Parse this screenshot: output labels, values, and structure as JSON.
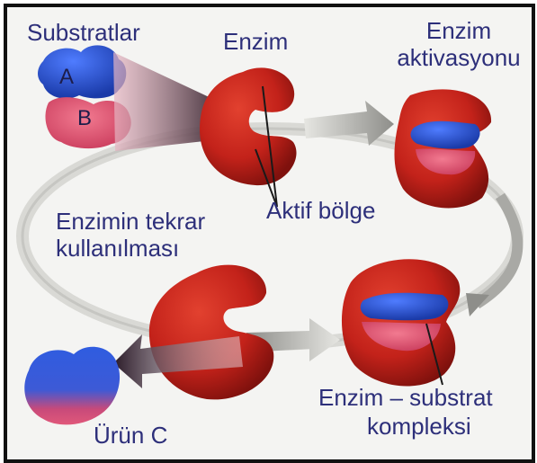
{
  "labels": {
    "substrates": "Substratlar",
    "substrate_a": "A",
    "substrate_b": "B",
    "enzyme": "Enzim",
    "activation_line1": "Enzim",
    "activation_line2": "aktivasyonu",
    "active_site": "Aktif bölge",
    "reuse_line1": "Enzimin tekrar",
    "reuse_line2": "kullanılması",
    "complex_line1": "Enzim – substrat",
    "complex_line2": "kompleksi",
    "product": "Ürün C"
  },
  "colors": {
    "enzyme_red": "#c8241c",
    "enzyme_dark": "#8a130f",
    "substrate_a_blue": "#2a54d6",
    "substrate_b_pink": "#e0587a",
    "label_text": "#2d2f7a",
    "arrow_gray": "#b9b9b5",
    "arrow_dark": "#3a2a3a"
  }
}
